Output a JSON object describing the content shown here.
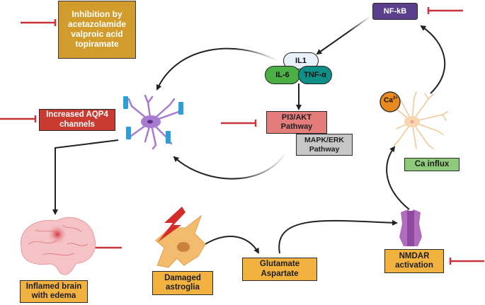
{
  "boxes": {
    "inhibition": [
      "Inhibition by",
      "acetazolamide",
      "valproic acid",
      "topiramate"
    ],
    "nfkb": "NF-kB",
    "aqp4": [
      "Increased AQP4",
      "channels"
    ],
    "pi3akt": [
      "PI3/AKT",
      "Pathway"
    ],
    "mapkerk": [
      "MAPK/ERK",
      "Pathway"
    ],
    "ca_influx": "Ca influx",
    "inflamed_brain": [
      "Inflamed brain",
      "with edema"
    ],
    "damaged_astroglia": [
      "Damaged",
      "astroglia"
    ],
    "glutamate": [
      "Glutamate",
      "Aspartate"
    ],
    "nmdar": [
      "NMDAR",
      "activation"
    ]
  },
  "cytokines": {
    "il1": "IL1",
    "il6": "IL-6",
    "tnfa": "TNF-α"
  },
  "ion": {
    "ca_label": "Ca",
    "ca_charge": "2+"
  },
  "colors": {
    "inhibitor_line": "#c8343a",
    "arrow": "#222222",
    "orange_box": "#f2b23f",
    "gold_box": "#d19c2c",
    "red_box": "#c93a31",
    "purple_box": "#5a3f8c",
    "pink_box": "#e57c7c",
    "grey_box": "#c7c7c7",
    "green_box": "#8fc97a",
    "il1": "#e8f0fa",
    "il6": "#4caf45",
    "tnfa": "#0f8f88",
    "astrocyte": "#a77bd0",
    "aqp4_channel": "#2d9fd6",
    "neuron": "#f3c89a",
    "ca_ion": "#e88a1f",
    "nmdar": "#a862b5",
    "brain": "#f3b8bd"
  }
}
